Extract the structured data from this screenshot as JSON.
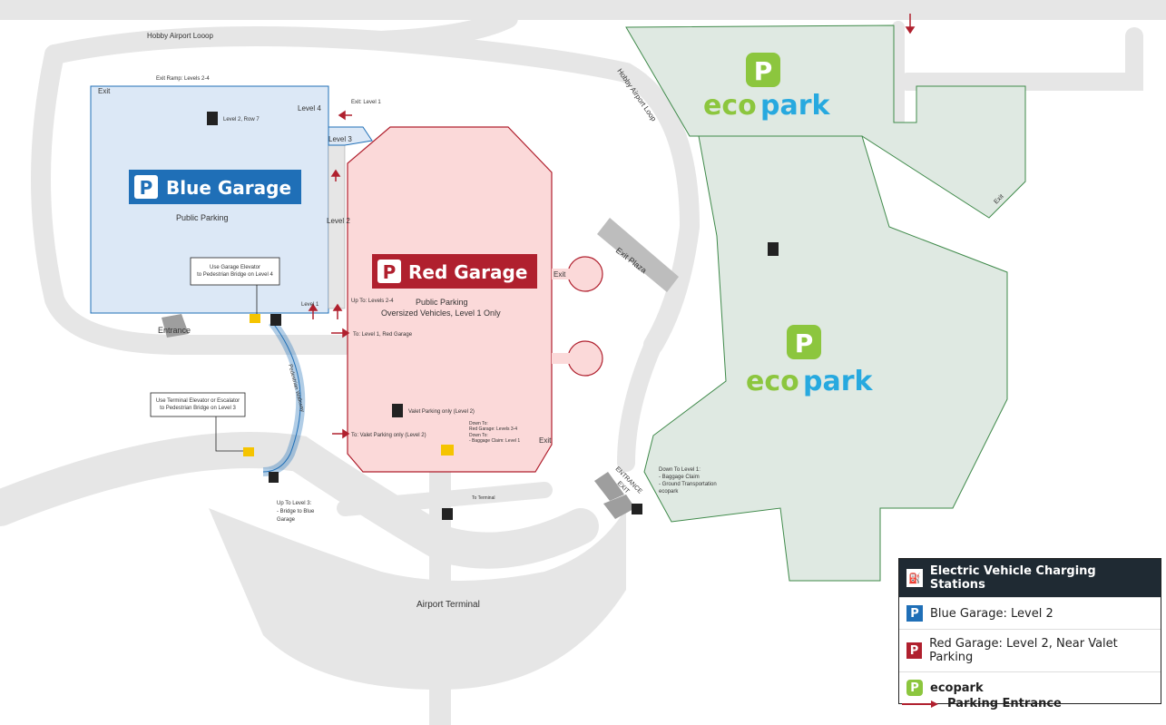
{
  "colors": {
    "blue": "#1f6fb7",
    "blue_fill": "#dce8f6",
    "red": "#b0202e",
    "red_fill": "#fbd9d9",
    "eco_green": "#8cc63e",
    "eco_blue": "#27a9df",
    "eco_fill": "#dfe9e2",
    "road": "#e6e6e6"
  },
  "map": {
    "hobby_loop_top": "Hobby Airport Looop",
    "hobby_loop_side": "Hobby Airport Loop",
    "exit_ramp": "Exit Ramp: Levels 2-4",
    "exit": "Exit",
    "exit_level1": "Exit: Level 1",
    "level4": "Level 4",
    "level3": "Level 3",
    "level2": "Level 2",
    "level1": "Level 1",
    "ev_blue_note": "Level 2, Row 7",
    "blue_garage_title": "Blue Garage",
    "blue_garage_sub": "Public Parking",
    "blue_elevator_note_1": "Use Garage Elevator",
    "blue_elevator_note_2": "to Pedestrian Bridge on Level 4",
    "entrance": "Entrance",
    "red_garage_title": "Red Garage",
    "red_garage_sub_1": "Public Parking",
    "red_garage_sub_2": "Oversized Vehicles, Level 1 Only",
    "up_to_levels": "Up To: Levels 2-4",
    "to_level1_red": "To: Level 1, Red Garage",
    "exit_plaza": "Exit Plaza",
    "pedestrian_walkway": "Pedestrian Walkway",
    "valet_level2": "Valet Parking only (Level 2)",
    "to_valet": "To:  Valet Parking only (Level 2)",
    "down_to_1": "Down To:",
    "down_to_red": "Red Garage: Levels 3-4",
    "down_to_2": "Down To:",
    "down_to_baggage": "- Baggage Claim: Level 1",
    "terminal_note_1": "Use Terminal Elevator or Escalator",
    "terminal_note_2": "to Pedestrian Bridge on Level 3",
    "up_to_level3_1": "Up To Level 3:",
    "up_to_level3_2": "- Bridge to Blue",
    "up_to_level3_3": "Garage",
    "to_terminal": "To Terminal",
    "airport_terminal": "Airport Terminal",
    "entrance_exit": "ENTRANCE",
    "exit_diag": "EXIT",
    "eco_down_1": "Down To Level 1:",
    "eco_down_2": "- Baggage Claim",
    "eco_down_3": "- Ground Transportation",
    "eco_down_4": "ecopark",
    "eco_exit": "Exit",
    "ecopark_eco": "eco",
    "ecopark_park": "park"
  },
  "legend": {
    "title": "Electric Vehicle Charging Stations",
    "blue": "Blue Garage: Level 2",
    "red": "Red Garage: Level 2, Near Valet Parking",
    "eco": "ecopark",
    "entrance": "Parking Entrance"
  },
  "icons": {
    "p": "P",
    "ev": "⛽",
    "walk": "🚶"
  }
}
